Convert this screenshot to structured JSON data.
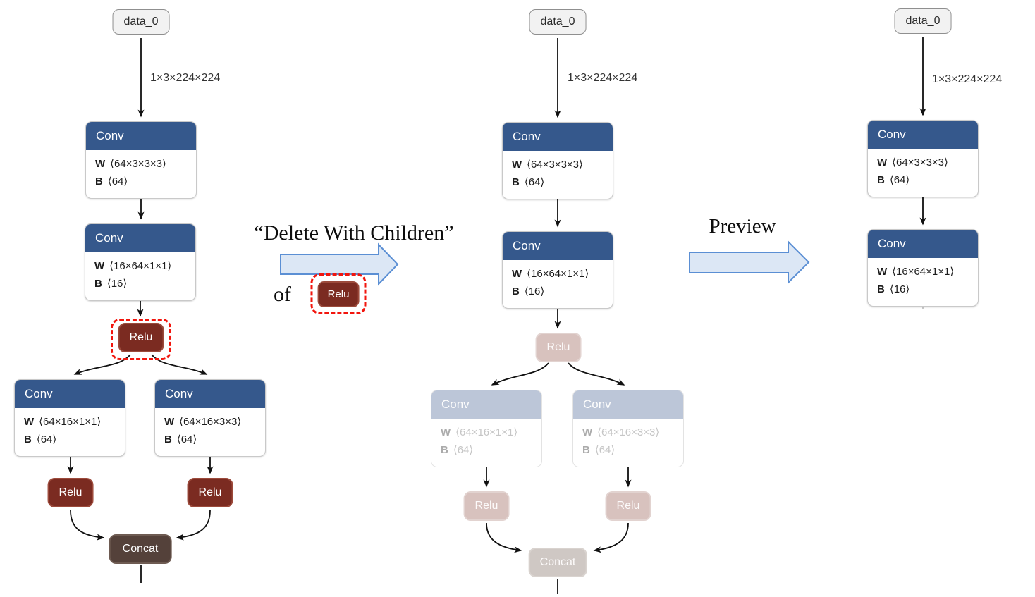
{
  "annotations": {
    "action_title": "“Delete With Children”",
    "action_object_prefix": "of",
    "action_object_node": "Relu",
    "preview_label": "Preview"
  },
  "colors": {
    "conv_header": "#35588c",
    "relu_fill": "#7b2b21",
    "relu_border": "#9c4a3b",
    "concat_fill": "#54413a",
    "data_fill": "#f2f2f2",
    "faded_conv_header": "#bcc6d8",
    "faded_relu_fill": "#d8c2be",
    "faded_concat_fill": "#cfc8c4",
    "highlight_dashed_red": "#f2150d",
    "block_arrow_fill": "#dce7f5",
    "block_arrow_stroke": "#5b8fd4",
    "edge_color": "#111111"
  },
  "graph_original": {
    "data_node": "data_0",
    "input_edge_label": "1×3×224×224",
    "conv1": {
      "title": "Conv",
      "w_k": "W",
      "w_v": "⟨64×3×3×3⟩",
      "b_k": "B",
      "b_v": "⟨64⟩"
    },
    "conv2": {
      "title": "Conv",
      "w_k": "W",
      "w_v": "⟨16×64×1×1⟩",
      "b_k": "B",
      "b_v": "⟨16⟩"
    },
    "relu1": "Relu",
    "conv3": {
      "title": "Conv",
      "w_k": "W",
      "w_v": "⟨64×16×1×1⟩",
      "b_k": "B",
      "b_v": "⟨64⟩"
    },
    "conv4": {
      "title": "Conv",
      "w_k": "W",
      "w_v": "⟨64×16×3×3⟩",
      "b_k": "B",
      "b_v": "⟨64⟩"
    },
    "relu2": "Relu",
    "relu3": "Relu",
    "concat": "Concat"
  },
  "graph_marked": {
    "data_node": "data_0",
    "input_edge_label": "1×3×224×224",
    "conv1": {
      "title": "Conv",
      "w_k": "W",
      "w_v": "⟨64×3×3×3⟩",
      "b_k": "B",
      "b_v": "⟨64⟩"
    },
    "conv2": {
      "title": "Conv",
      "w_k": "W",
      "w_v": "⟨16×64×1×1⟩",
      "b_k": "B",
      "b_v": "⟨16⟩"
    },
    "relu1": "Relu",
    "conv3": {
      "title": "Conv",
      "w_k": "W",
      "w_v": "⟨64×16×1×1⟩",
      "b_k": "B",
      "b_v": "⟨64⟩"
    },
    "conv4": {
      "title": "Conv",
      "w_k": "W",
      "w_v": "⟨64×16×3×3⟩",
      "b_k": "B",
      "b_v": "⟨64⟩"
    },
    "relu2": "Relu",
    "relu3": "Relu",
    "concat": "Concat"
  },
  "graph_preview": {
    "data_node": "data_0",
    "input_edge_label": "1×3×224×224",
    "conv1": {
      "title": "Conv",
      "w_k": "W",
      "w_v": "⟨64×3×3×3⟩",
      "b_k": "B",
      "b_v": "⟨64⟩"
    },
    "conv2": {
      "title": "Conv",
      "w_k": "W",
      "w_v": "⟨16×64×1×1⟩",
      "b_k": "B",
      "b_v": "⟨16⟩"
    }
  }
}
